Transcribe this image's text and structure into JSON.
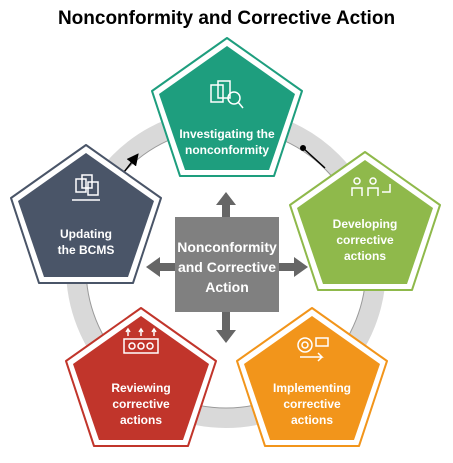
{
  "title": "Nonconformity and Corrective Action",
  "center": {
    "line1": "Nonconformity",
    "line2": "and Corrective",
    "line3": "Action"
  },
  "steps": [
    {
      "line1": "Investigating the",
      "line2": "nonconformity",
      "line3": "",
      "color": "#1e9e7e",
      "icon": "documents-magnifier-icon"
    },
    {
      "line1": "Developing",
      "line2": "corrective",
      "line3": "actions",
      "color": "#8fb94b",
      "icon": "team-people-icon"
    },
    {
      "line1": "Implementing",
      "line2": "corrective",
      "line3": "actions",
      "color": "#f2951b",
      "icon": "money-gears-icon"
    },
    {
      "line1": "Reviewing",
      "line2": "corrective",
      "line3": "actions",
      "color": "#c1352b",
      "icon": "people-review-icon"
    },
    {
      "line1": "Updating",
      "line2": "the BCMS",
      "line3": "",
      "color": "#4a5568",
      "icon": "documents-update-icon"
    }
  ],
  "colors": {
    "ring": "#d9d9d9",
    "center": "#808080",
    "arrow": "#666666"
  }
}
